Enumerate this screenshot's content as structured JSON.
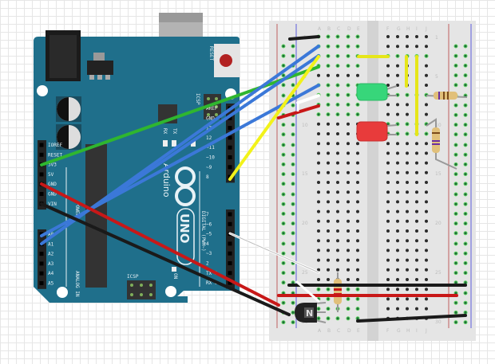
{
  "diagram": {
    "type": "fritzing-breadboard-view",
    "colors": {
      "arduino_board": "#1f6f8b",
      "breadboard": "#e5e5e5",
      "wire_black": "#1a1a1a",
      "wire_red": "#c81818",
      "wire_blue": "#3b78d8",
      "wire_green": "#2fb62f",
      "wire_yellow": "#f2f21a",
      "wire_white": "#ffffff",
      "led_green": "#37d67a",
      "led_red": "#e83b3b"
    }
  },
  "arduino": {
    "reset_label": "RESET",
    "icsp_top_label": "ICSP",
    "icsp_bottom_label": "ICSP",
    "tx_label": "TX",
    "rx_label": "RX",
    "on_label": "ON",
    "brand": "Arduino",
    "model": "UNO",
    "digital_label": "DIGITAL (PWM~)",
    "power_label": "POWER",
    "analog_label": "ANALOG IN",
    "power_pins": [
      "IOREF",
      "RESET",
      "3V3",
      "5V",
      "GND",
      "GND",
      "VIN"
    ],
    "analog_pins": [
      "A0",
      "A1",
      "A2",
      "A3",
      "A4",
      "A5"
    ],
    "digital_pins_high": [
      "AREF",
      "GND",
      "13",
      "12",
      "~11",
      "~10",
      "~9",
      "8"
    ],
    "digital_pins_low": [
      "7",
      "~6",
      "~5",
      "4",
      "~3",
      "2",
      "TX 1",
      "RX 0"
    ]
  },
  "breadboard": {
    "columns_left": [
      "A",
      "B",
      "C",
      "D",
      "E"
    ],
    "columns_right": [
      "F",
      "G",
      "H",
      "I",
      "J"
    ],
    "row_numbers": [
      "1",
      "5",
      "10",
      "15",
      "20",
      "25",
      "30"
    ]
  },
  "components": {
    "transistor_label": "N",
    "leds": [
      "green",
      "red"
    ],
    "resistors": 3
  }
}
